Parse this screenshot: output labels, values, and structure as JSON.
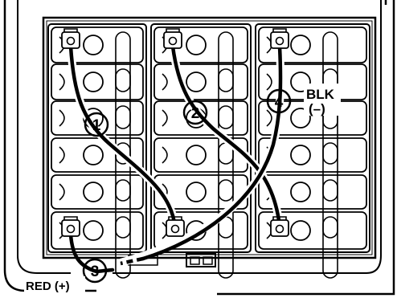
{
  "callouts": {
    "cable_1": "1",
    "cable_2": "2",
    "cable_3": "3",
    "cable_4": "4"
  },
  "terminal_labels": {
    "negative_line1": "BLK",
    "negative_line2": "(–)",
    "positive": "RED (+)"
  },
  "colors": {
    "ink": "#000000",
    "paper": "#ffffff"
  }
}
